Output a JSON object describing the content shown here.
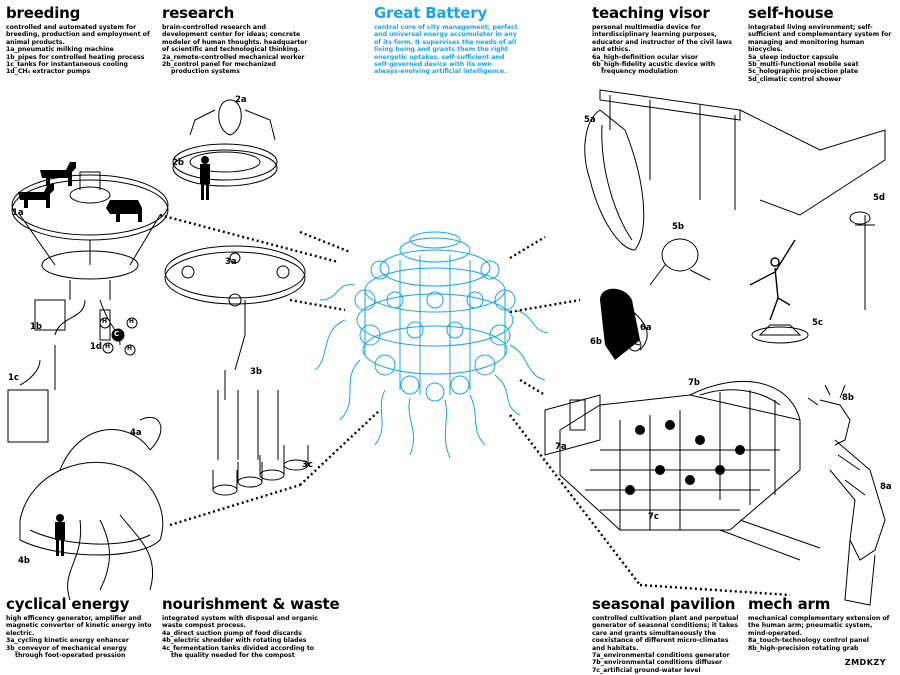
{
  "colors": {
    "accent": "#1aa3e6",
    "ink": "#000000"
  },
  "sections": {
    "breeding": {
      "title": "breeding",
      "desc": "controlled and automated system for breeding, production and employment of animal products.",
      "items": [
        "1a_pneumatic milking machine",
        "1b_pipes for controlled heating process",
        "1c_tanks for instantaneous cooling",
        "1d_CH₄ extractor pumps"
      ]
    },
    "research": {
      "title": "research",
      "desc": "brain-controlled research and development center for ideas; concrete modeler of human thoughts. headquarter of scientific and technological thinking.",
      "items": [
        "2a_remote-controlled mechanical worker",
        "2b_control panel for mechanized production systems"
      ]
    },
    "battery": {
      "title": "Great Battery",
      "desc": "central core of city management; perfect and universal energy accumulator in any of its form. It supervises the needs of all living being and grants them the right energetic uptakes. self-sufficient and self-governed device with its own always-evolving artificial intelligence."
    },
    "teaching": {
      "title": "teaching visor",
      "desc": "personal multimedia device for interdisciplinary learning purposes, educator and instructor of the civil laws and ethics.",
      "items": [
        "6a_high-definition ocular visor",
        "6b_high-fidelity acustic device with frequency modulation"
      ]
    },
    "selfhouse": {
      "title": "self-house",
      "desc": "integrated living environment; self-sufficient and complementary system for managing and monitoring human biocycles.",
      "items": [
        "5a_sleep inductor capsule",
        "5b_multi-functional mobile seat",
        "5c_holographic projection plate",
        "5d_climatic control shower"
      ]
    },
    "cyclical": {
      "title": "cyclical energy",
      "desc": "high efficency generator, amplifier and magnetic converter of kinetic energy into electric.",
      "items": [
        "3a_cycling kinetic energy enhancer",
        "3b_conveyor of mechanical energy through foot-operated pression"
      ]
    },
    "nourishment": {
      "title": "nourishment & waste",
      "desc": "integrated system with disposal and organic waste compost process.",
      "items": [
        "4a_direct suction pump of food discards",
        "4b_electric shredder with rotating blades",
        "4c_fermentation tanks divided according to the quality needed for the compost"
      ]
    },
    "pavilion": {
      "title": "seasonal pavilion",
      "desc": "controlled cultivation plant and perpetual generator of seasonal conditions; it takes care and grants simultaneously the coexistance of different micro-climates and habitats.",
      "items": [
        "7a_environmental conditions generator",
        "7b_environmental conditions diffuser",
        "7c_artificial ground-water level"
      ]
    },
    "mecharm": {
      "title": "mech arm",
      "desc": "mechanical complementary extension of the human arm; pneumatic system, mind-operated.",
      "items": [
        "8a_touch-technology control panel",
        "8b_high-precision rotating grab"
      ]
    }
  },
  "labels": {
    "1a": "1a",
    "1b": "1b",
    "1c": "1c",
    "1d": "1d",
    "2a": "2a",
    "2b": "2b",
    "3a": "3a",
    "3b": "3b",
    "3c": "3c",
    "4a": "4a",
    "4b": "4b",
    "5a": "5a",
    "5b": "5b",
    "5c": "5c",
    "5d": "5d",
    "6a": "6a",
    "6b": "6b",
    "7a": "7a",
    "7b": "7b",
    "7c": "7c",
    "8a": "8a",
    "8b": "8b"
  },
  "molecule": {
    "center": "C",
    "atom": "H"
  },
  "signature": "ZMDKZY"
}
